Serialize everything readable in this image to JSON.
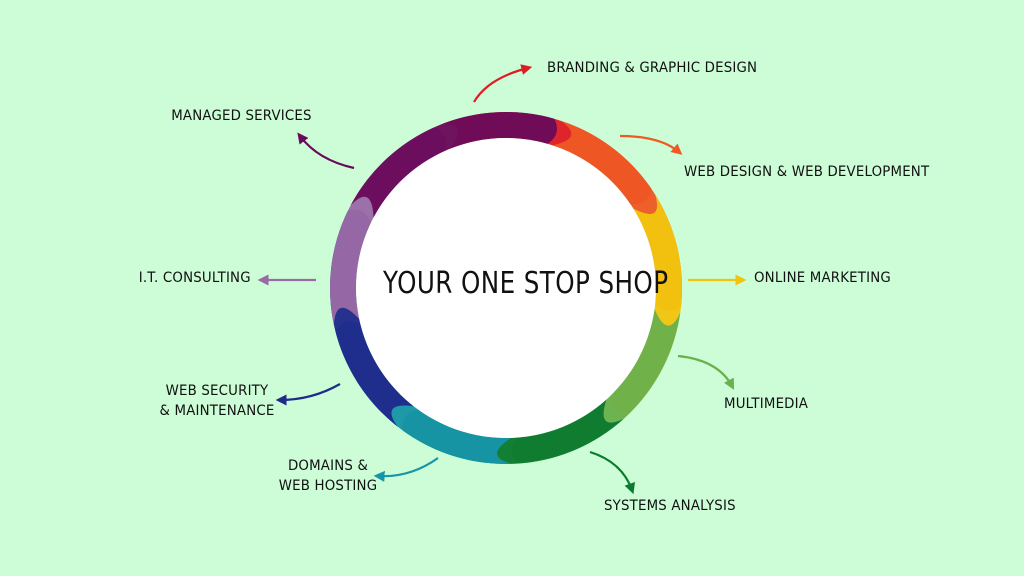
{
  "center_title": "YOUR ONE STOP SHOP",
  "services": [
    {
      "id": "branding",
      "lines": [
        "BRANDING & GRAPHIC DESIGN"
      ],
      "color": "#e01b23"
    },
    {
      "id": "web-design",
      "lines": [
        "WEB DESIGN & WEB DEVELOPMENT"
      ],
      "color": "#ee5a24"
    },
    {
      "id": "online-marketing",
      "lines": [
        "ONLINE MARKETING"
      ],
      "color": "#f1c40f"
    },
    {
      "id": "multimedia",
      "lines": [
        "MULTIMEDIA"
      ],
      "color": "#6ab04c"
    },
    {
      "id": "systems-analysis",
      "lines": [
        "SYSTEMS ANALYSIS"
      ],
      "color": "#0b7a2e"
    },
    {
      "id": "domains",
      "lines": [
        "DOMAINS &",
        "WEB HOSTING"
      ],
      "color": "#1795a8"
    },
    {
      "id": "web-security",
      "lines": [
        "WEB SECURITY",
        "& MAINTENANCE"
      ],
      "color": "#1f2a8a"
    },
    {
      "id": "it-consulting",
      "lines": [
        "I.T. CONSULTING"
      ],
      "color": "#9a6aa6"
    },
    {
      "id": "managed-services",
      "lines": [
        "MANAGED SERVICES"
      ],
      "color": "#6a0a5a"
    }
  ]
}
